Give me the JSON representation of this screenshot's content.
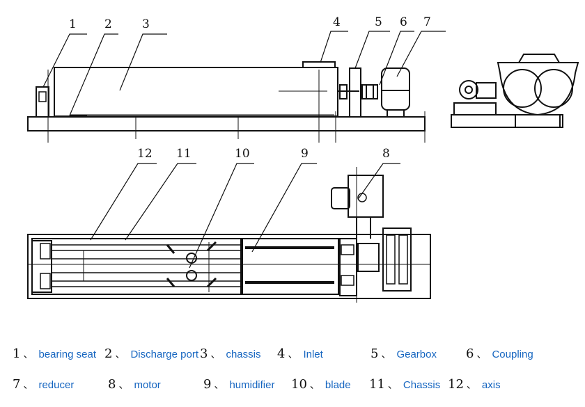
{
  "callouts": [
    "1",
    "2",
    "3",
    "4",
    "5",
    "6",
    "7",
    "12",
    "11",
    "10",
    "9",
    "8"
  ],
  "legend": [
    {
      "num": "1",
      "label": "bearing seat"
    },
    {
      "num": "2",
      "label": "Discharge port"
    },
    {
      "num": "3",
      "label": "chassis"
    },
    {
      "num": "4",
      "label": "Inlet"
    },
    {
      "num": "5",
      "label": "Gearbox"
    },
    {
      "num": "6",
      "label": "Coupling"
    },
    {
      "num": "7",
      "label": "reducer"
    },
    {
      "num": "8",
      "label": "motor"
    },
    {
      "num": "9",
      "label": "humidifier"
    },
    {
      "num": "10",
      "label": "blade"
    },
    {
      "num": "11",
      "label": "Chassis"
    },
    {
      "num": "12",
      "label": "axis"
    }
  ],
  "separator": "、",
  "colors": {
    "line": "#111111",
    "legend_text": "#1565c0"
  }
}
